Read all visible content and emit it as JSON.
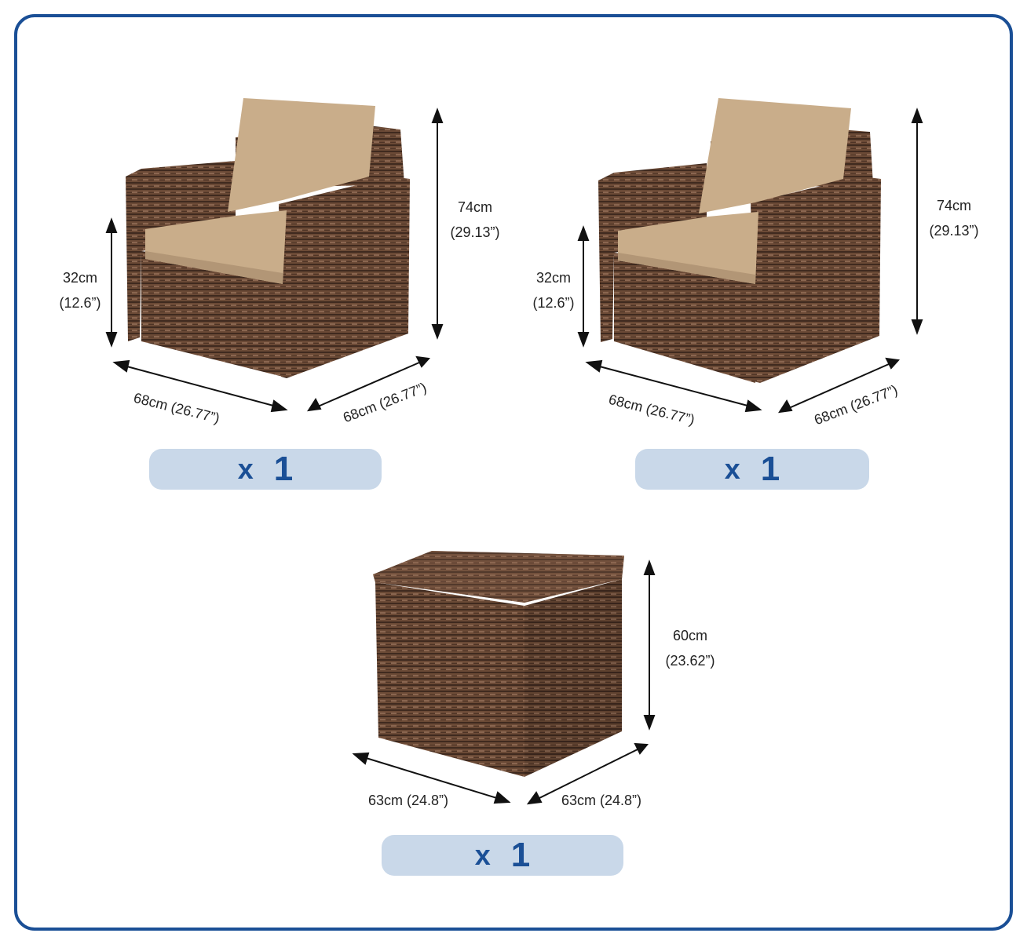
{
  "colors": {
    "frame": "#1a4f96",
    "badge_bg": "#c9d8e9",
    "wicker": "#6b4a36",
    "wicker_dark": "#3f2a1f",
    "wicker_light": "#8a6650",
    "cushion": "#c9ad8a",
    "cushion_shade": "#b29676",
    "text": "#222222"
  },
  "chair1": {
    "height_cm": "74cm",
    "height_in": "(29.13”)",
    "seat_cm": "32cm",
    "seat_in": "(12.6”)",
    "width": "68cm (26.77”)",
    "depth": "68cm (26.77”)",
    "qty_x": "x",
    "qty_n": "1"
  },
  "chair2": {
    "height_cm": "74cm",
    "height_in": "(29.13”)",
    "seat_cm": "32cm",
    "seat_in": "(12.6”)",
    "width": "68cm (26.77”)",
    "depth": "68cm (26.77”)",
    "qty_x": "x",
    "qty_n": "1"
  },
  "table": {
    "height_cm": "60cm",
    "height_in": "(23.62”)",
    "width": "63cm (24.8”)",
    "depth": "63cm (24.8”)",
    "qty_x": "x",
    "qty_n": "1"
  }
}
